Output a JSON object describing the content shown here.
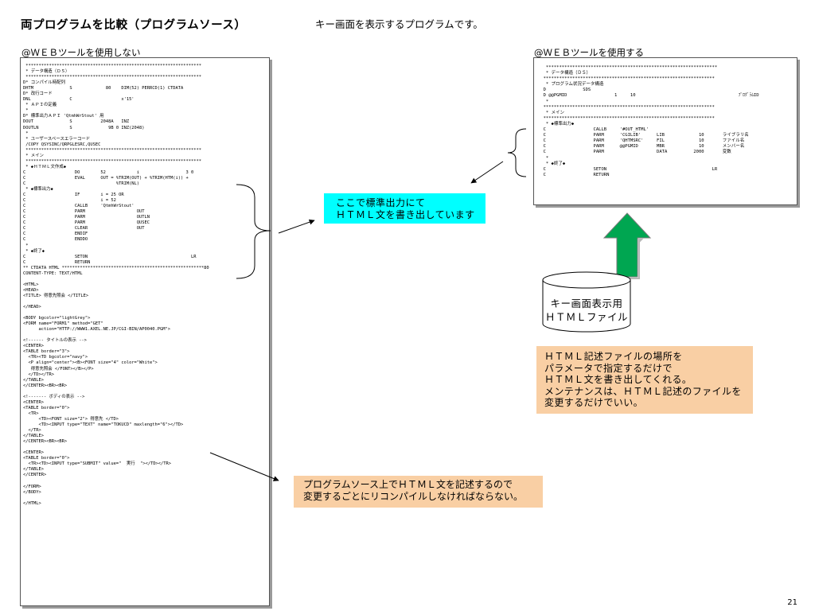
{
  "title": "両プログラムを比較（プログラムソース）",
  "subtitle": "キー画面を表示するプログラムです。",
  "left_section": {
    "label": "@ＷＥＢツールを使用しない",
    "code_lines": [
      " ********************************************************************",
      " * データ構造（ＤＳ）",
      " ********************************************************************",
      "D* コンパイル時配列",
      "DHTM              S             80    DIM(52) PERRCD(1) CTDATA",
      "D* 改行コード",
      "DNL               C                   x'15'",
      " * ＡＰＩの定義",
      " *",
      "D* 標準出力ＡＰＩ 'QtmhWrStout' 用",
      "DOUT              S           2048A   INZ",
      "DOUTLN            S              9B 0 INZ(2048)",
      " *",
      " * ユーザースペースエラーコード",
      " /COPY QSYSINC/QRPGLESRC,QUSEC",
      " ********************************************************************",
      " * メイン",
      " ********************************************************************",
      " * ◆ＨＴＭＬ文作成◆",
      "C                   DO        52            i                  3 0",
      "C                   EVAL      OUT = %TRIM(OUT) + %TRIM(HTM(i)) +",
      "C                                   %TRIM(NL)",
      " * ◆標準出力◆",
      "C                   IF        i = 25 OR",
      "C                             i = 52",
      "C                   CALLB     'QtmhWrStout'",
      "C                   PARM                    OUT",
      "C                   PARM                    OUTLN",
      "C                   PARM                    QUSEC",
      "C                   CLEAR                   OUT",
      "C                   ENDIF",
      "C                   ENDDO",
      " *",
      " * ◆終了◆",
      "C                   SETON                                        LR",
      "C                   RETURN",
      "** CTDATA HTML *******************************************************80",
      "CONTENT-TYPE: TEXT/HTML",
      "",
      "<HTML>",
      "<HEAD>",
      "<TITLE> 得意先照会 </TITLE>",
      "",
      "</HEAD>",
      "",
      "<BODY bgcolor=\"lightGrey\">",
      "<FORM name=\"FORM1\" method=\"GET\"",
      "      action=\"HTTP://WWW1.AXEL.NE.JP/CGI-BIN/AP0040.PGM\">",
      "",
      "<!------ タイトルの表示 -->",
      "<CENTER>",
      "<TABLE border=\"3\">",
      "  <TR><TD bgcolor=\"navy\">",
      "  <P align=\"center\"><B><FONT size=\"4\" color=\"White\">",
      "   得意先照会 </FONT></B></P>",
      "  </TD></TR>",
      "</TABLE>",
      "</CENTER><BR><BR>",
      "",
      "<!------- ボディの表示 -->",
      "<CENTER>",
      "<TABLE border=\"0\">",
      "  <TR>",
      "      <TD><FONT size=\"2\"> 得意先 </TD>",
      "      <TD><INPUT type=\"TEXT\" name=\"TOKUCD\" maxlength=\"6\"></TD>",
      "  </TR>",
      "</TABLE>",
      "</CENTER><BR><BR>",
      "",
      "<CENTER>",
      "<TABLE border=\"0\">",
      "  <TR><TD><INPUT type=\"SUBMIT\" value=\"  実行  \"></TD></TR>",
      "</TABLE>",
      "</CENTER>",
      "",
      "</FORM>",
      "</BODY>",
      "",
      "</HTML>"
    ]
  },
  "right_section": {
    "label": "@ＷＥＢツールを使用する",
    "code_lines": [
      "   *****************************************************************",
      "   * データ構造（ＤＳ）",
      "  *****************************************************************",
      "   * プログラム状況データ構造",
      "  D              SDS",
      "  D @@PGMID                  1     10                                       ﾌﾟﾛｸﾞﾗﾑID",
      "   *",
      "  *****************************************************************",
      "   * メイン",
      "  *****************************************************************",
      "   * ◆標準出力◆",
      "  C                  CALLB     '#OUT_HTML'",
      "  C                  PARM      'CGILIB'      LIB             10       ライブラリ名",
      "  C                  PARM      'QHTMSRC'     FIL             10       ファイル名",
      "  C                  PARM      @@PGMID       MBR             10       メンバー名",
      "  C                  PARM                    DATA          2000       変数",
      "   *",
      "   * ◆終了◆",
      "  C                  SETON                                        LR",
      "  C                  RETURN"
    ]
  },
  "callouts": {
    "cyan": [
      "ここで標準出力にて",
      "ＨＴＭＬ文を書き出しています"
    ],
    "html_file_location": [
      "ＨＴＭＬ記述ファイルの場所を",
      "パラメータで指定するだけで",
      "ＨＴＭＬ文を書き出してくれる。",
      "メンテナンスは、ＨＴＭＬ記述のファイルを",
      "変更するだけでいい。"
    ],
    "recompile": [
      "プログラムソース上でＨＴＭＬ文を記述するので",
      "変更するごとにリコンパイルしなければならない。"
    ]
  },
  "cylinder": {
    "lines": [
      "キー画面表示用",
      "ＨＴＭＬファイル"
    ]
  },
  "page_number": "21",
  "colors": {
    "cyan_callout": "#00ffff",
    "orange_callout": "#f9cfa4",
    "up_arrow_fill": "#00a651"
  }
}
